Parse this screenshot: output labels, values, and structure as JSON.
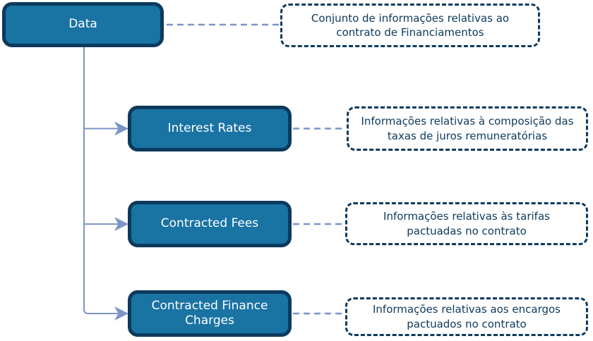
{
  "diagram": {
    "root": {
      "label": "Data",
      "annotation": "Conjunto de informações relativas ao contrato de Financiamentos"
    },
    "children": [
      {
        "label": "Interest Rates",
        "annotation": "Informações relativas à composição das taxas de juros remuneratórias"
      },
      {
        "label": "Contracted Fees",
        "annotation": "Informações relativas às tarifas pactuadas no contrato"
      },
      {
        "label": "Contracted Finance Charges",
        "annotation": "Informações relativas aos encargos pactuados no contrato"
      }
    ],
    "colors": {
      "node_fill": "#1973a3",
      "node_border": "#0d3a5c",
      "node_text": "#ffffff",
      "connector": "#7b95c9",
      "annotation_border": "#0d3a5c",
      "annotation_text": "#0d3a5c"
    }
  }
}
